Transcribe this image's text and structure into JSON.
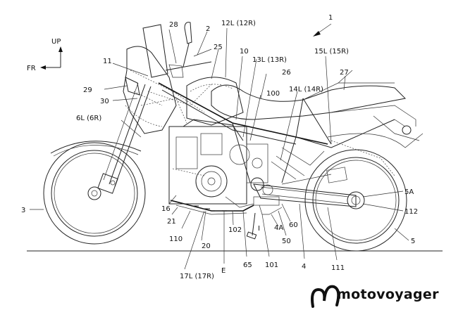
{
  "direction": {
    "up": "UP",
    "forward": "FR"
  },
  "labels": {
    "l1": "1",
    "l2": "2",
    "l3": "3",
    "l4": "4",
    "l4a": "4A",
    "l5": "5",
    "l5a": "5A",
    "l6": "6L (6R)",
    "l10": "10",
    "l11": "11",
    "l12": "12L (12R)",
    "l13": "13L (13R)",
    "l14": "14L (14R)",
    "l15": "15L (15R)",
    "l16": "16",
    "l17": "17L (17R)",
    "l20": "20",
    "l21": "21",
    "l25": "25",
    "l26": "26",
    "l27": "27",
    "l28": "28",
    "l29": "29",
    "l30": "30",
    "l50": "50",
    "l60": "60",
    "l65": "65",
    "l100": "100",
    "l101": "101",
    "l102": "102",
    "l110": "110",
    "l111": "111",
    "l112": "112",
    "lE": "E",
    "lI": "I"
  },
  "watermark": {
    "brand": "motovoyager"
  }
}
